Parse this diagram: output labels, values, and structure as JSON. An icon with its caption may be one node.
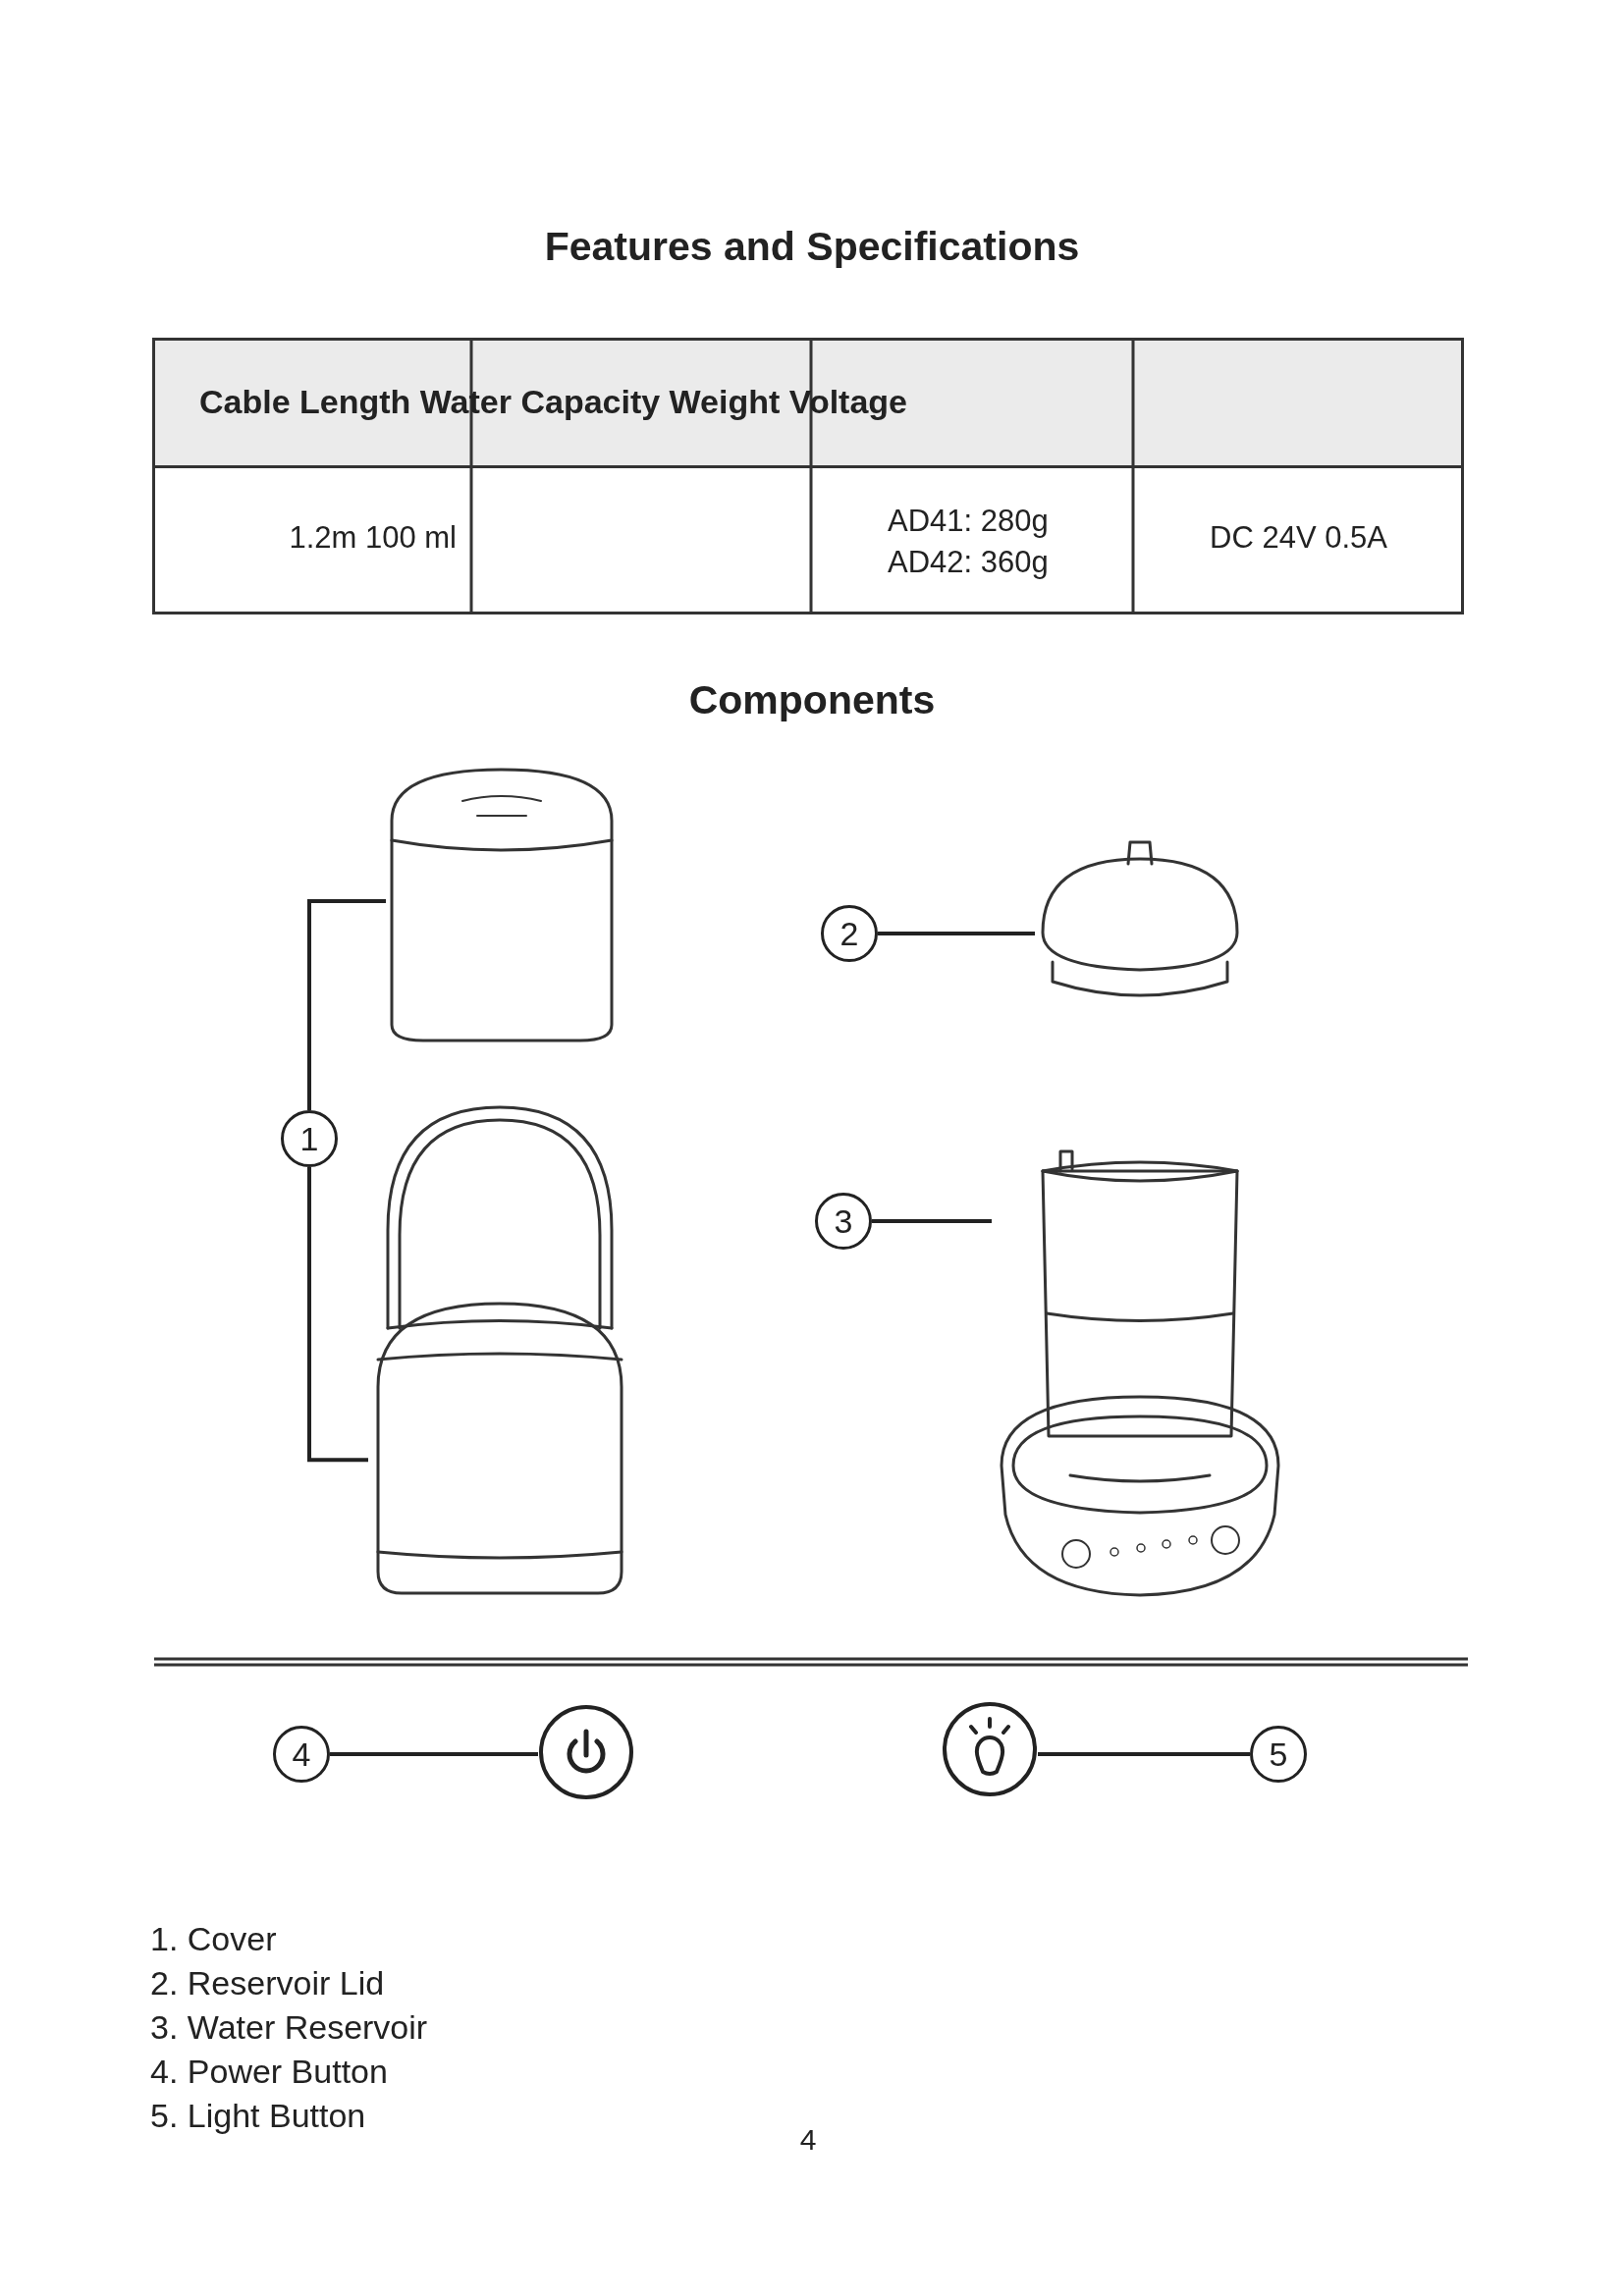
{
  "diagram": {
    "title": "Features and Specifications",
    "nodes": [
      {
        "text": [
          "1"
        ]
      },
      {
        "text": [],
        "shape": "picture"
      },
      {
        "text": [],
        "shape": "picture"
      },
      {
        "text": [
          "2"
        ]
      },
      {
        "text": [],
        "shape": "picture"
      },
      {
        "text": [
          "3"
        ]
      },
      {
        "text": [],
        "shape": "picture"
      },
      {
        "text": [
          "4"
        ]
      },
      {
        "text": [],
        "shape": "picture"
      },
      {
        "text": [],
        "shape": "picture"
      },
      {
        "text": [
          "5"
        ]
      }
    ],
    "edges": [
      {
        "from": 0,
        "to": 1,
        "arrow": "none"
      },
      {
        "from": 0,
        "to": 2,
        "arrow": "none"
      },
      {
        "from": 3,
        "to": 4,
        "arrow": "none"
      },
      {
        "from": 5,
        "to": 6,
        "arrow": "none"
      },
      {
        "from": 7,
        "to": 8,
        "arrow": "none"
      },
      {
        "from": 10,
        "to": 9,
        "arrow": "none"
      }
    ],
    "labels": [
      "Cable Length Water Capacity Weight Voltage",
      "1.2m 100 ml",
      "AD41: 280g AD42: 360g",
      "DC 24V 0.5A",
      "Components",
      "1. Cover",
      "2. Reservoir Lid",
      "3. Water Reservoir",
      "4. Power Button",
      "5. Light Button",
      "4"
    ]
  }
}
